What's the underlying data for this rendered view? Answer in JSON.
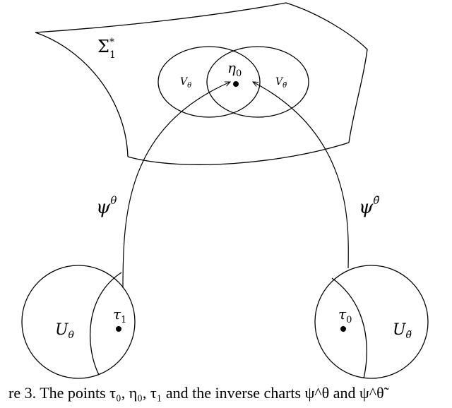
{
  "labels": {
    "surface": "Σ",
    "surface_sub": "1",
    "surface_sup": "*",
    "v_theta": "V",
    "v_theta_sub": "θ",
    "v_theta_tilde": "V",
    "v_theta_tilde_sub": "θ̃",
    "eta0": "η",
    "eta0_sub": "0",
    "psi_theta": "ψ",
    "psi_theta_sup": "θ",
    "psi_theta_tilde": "ψ",
    "psi_theta_tilde_sup": "θ̃",
    "tau1": "τ",
    "tau1_sub": "1",
    "tau0": "τ",
    "tau0_sub": "0",
    "u_theta": "U",
    "u_theta_sub": "θ",
    "u_theta_tilde": "U",
    "u_theta_tilde_sub": "θ̃"
  },
  "caption": "re 3. The points τ₀, η₀, τ₁ and the inverse charts ψ^θ and ψ^θ̃"
}
